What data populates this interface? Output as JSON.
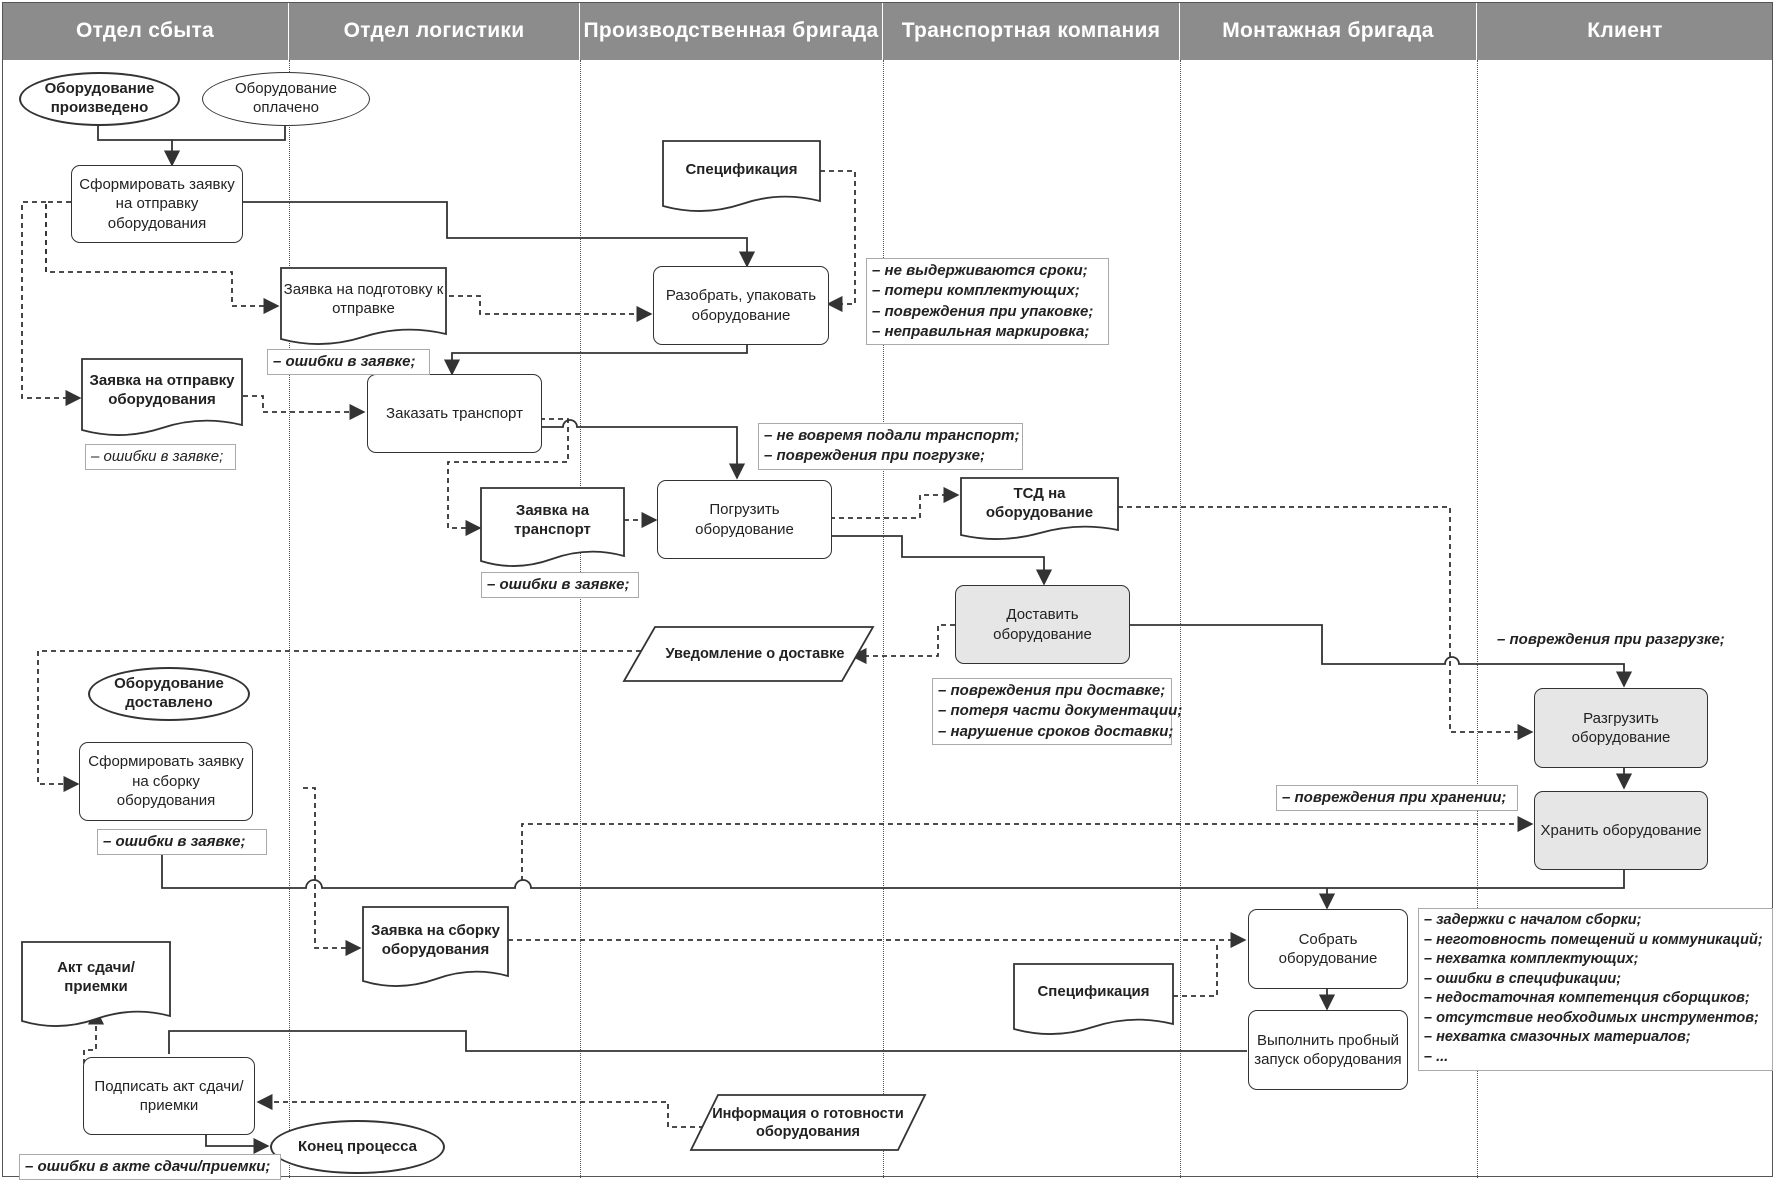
{
  "lanes": [
    "Отдел сбыта",
    "Отдел логистики",
    "Производственная бригада",
    "Транспортная компания",
    "Монтажная бригада",
    "Клиент"
  ],
  "events": {
    "produced": "Оборудование произведено",
    "paid": "Оборудование оплачено",
    "delivered": "Оборудование доставлено",
    "end": "Конец процесса"
  },
  "processes": {
    "form_shipping": "Сформировать заявку на отправку оборудования",
    "pack": "Разобрать, упаковать оборудование",
    "order_transport": "Заказать транспорт",
    "load": "Погрузить оборудование",
    "deliver": "Доставить оборудование",
    "form_assembly": "Сформировать заявку на сборку оборудования",
    "unload": "Разгрузить оборудование",
    "store": "Хранить оборудование",
    "assemble": "Собрать оборудование",
    "trial_run": "Выполнить пробный запуск оборудования",
    "sign_act": "Подписать акт сдачи/приемки"
  },
  "documents": {
    "spec1": "Спецификация",
    "prep_request": "Заявка на подготовку к отправке",
    "ship_request": "Заявка на отправку оборудования",
    "transport_request": "Заявка на транспорт",
    "tsd": "ТСД на оборудование",
    "assembly_request": "Заявка на сборку оборудования",
    "spec2": "Спецификация",
    "act": "Акт сдачи/приемки"
  },
  "data_items": {
    "delivery_notice": "Уведомление о доставке",
    "readiness_info": "Информация о готовности оборудования"
  },
  "notes": {
    "pack_risks": [
      "не выдерживаются сроки;",
      "потери комплектующих;",
      "повреждения при упаковке;",
      "неправильная маркировка;"
    ],
    "prep_request_err": [
      "ошибки в заявке;"
    ],
    "ship_request_err": [
      "ошибки в заявке;"
    ],
    "load_risks": [
      "не вовремя подали транспорт;",
      "повреждения при погрузке;"
    ],
    "transport_request_err": [
      "ошибки в заявке;"
    ],
    "unload_risk": "повреждения при разгрузке;",
    "delivery_risks": [
      "повреждения при доставке;",
      "потеря части документации;",
      "нарушение сроков доставки;"
    ],
    "assembly_request_err": [
      "ошибки в заявке;"
    ],
    "storage_risk": [
      "повреждения при хранении;"
    ],
    "assembly_risks": [
      "задержки с началом сборки;",
      "неготовность помещений и коммуникаций;",
      "нехватка комплектующих;",
      "ошибки в спецификации;",
      "недостаточная компетенция сборщиков;",
      "отсутствие необходимых инструментов;",
      "нехватка смазочных материалов;",
      "..."
    ],
    "act_err": [
      "ошибки в акте сдачи/приемки;"
    ]
  },
  "note_dash": "–",
  "colors": {
    "header": "#8c8c8c",
    "grey_box": "#e6e6e6",
    "line": "#333333"
  }
}
